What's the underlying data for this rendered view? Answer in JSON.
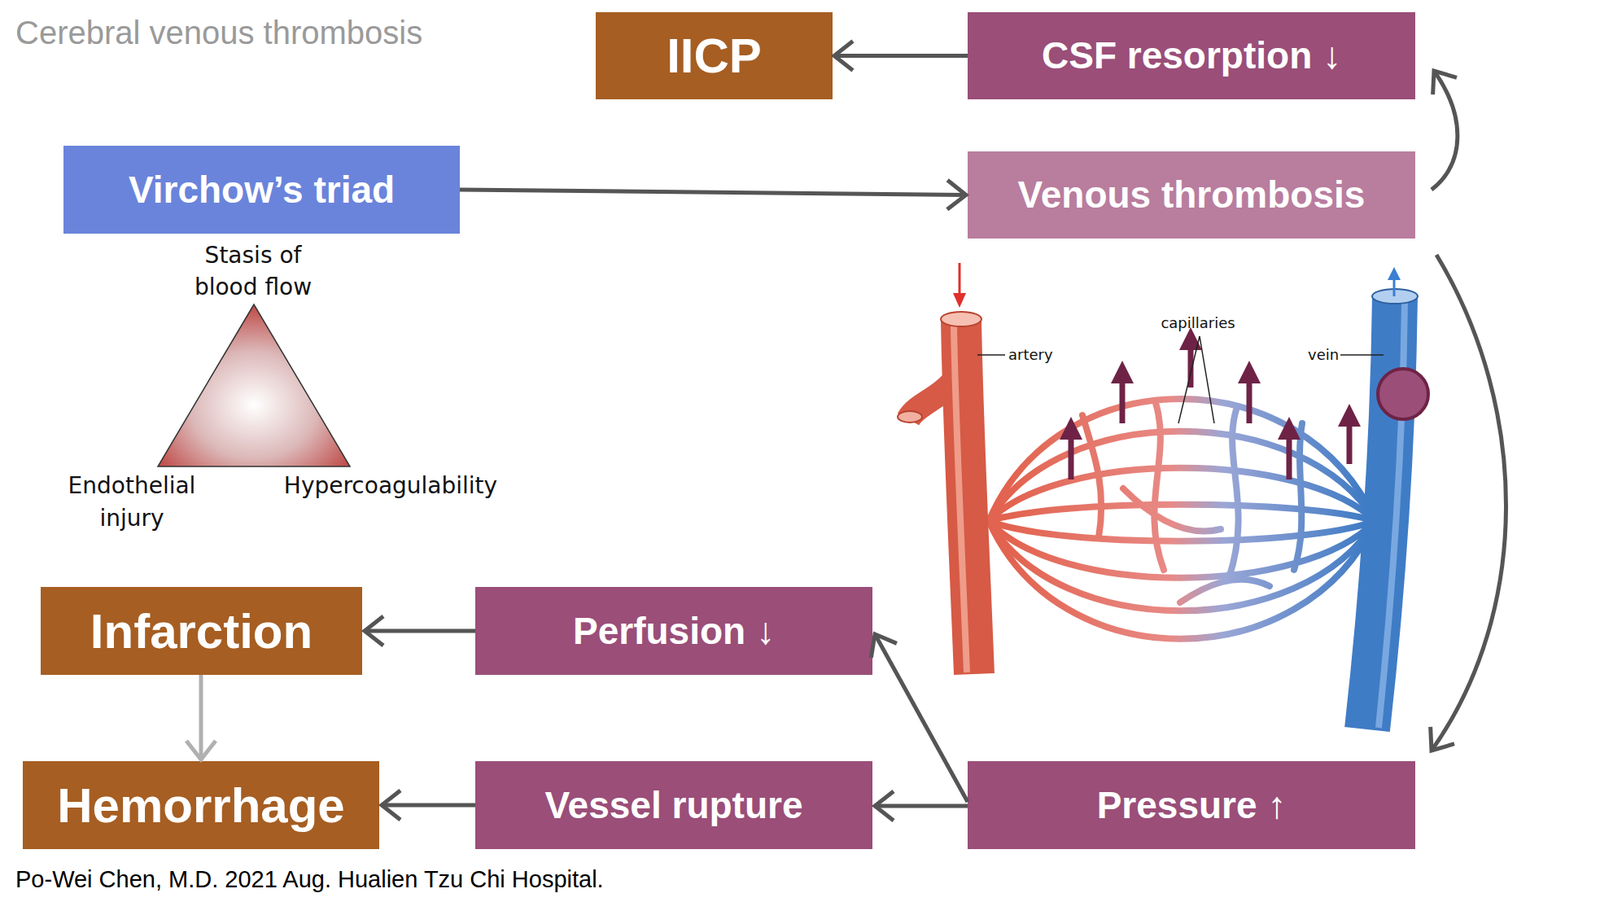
{
  "diagram": {
    "title": "Cerebral venous thrombosis",
    "caption": "Po-Wei Chen, M.D. 2021 Aug. Hualien Tzu Chi Hospital.",
    "nodes": [
      {
        "text": [
          "IICP"
        ]
      },
      {
        "text": [
          "CSF resorption ↓"
        ]
      },
      {
        "text": [
          "Virchow’s triad"
        ]
      },
      {
        "text": [
          "Venous thrombosis"
        ]
      },
      {
        "text": [
          "Infarction"
        ]
      },
      {
        "text": [
          "Perfusion ↓"
        ]
      },
      {
        "text": [
          "Hemorrhage"
        ]
      },
      {
        "text": [
          "Vessel rupture"
        ]
      },
      {
        "text": [
          "Pressure ↑"
        ]
      }
    ],
    "edges": [
      {
        "from": 1,
        "to": 0,
        "arrow": "to"
      },
      {
        "from": 2,
        "to": 3,
        "arrow": "to"
      },
      {
        "from": 3,
        "to": 1,
        "arrow": "to"
      },
      {
        "from": 3,
        "to": 8,
        "arrow": "to"
      },
      {
        "from": 8,
        "to": 5,
        "arrow": "to"
      },
      {
        "from": 8,
        "to": 7,
        "arrow": "to"
      },
      {
        "from": 5,
        "to": 4,
        "arrow": "to"
      },
      {
        "from": 7,
        "to": 6,
        "arrow": "to"
      },
      {
        "from": 4,
        "to": 6,
        "arrow": "to"
      }
    ],
    "labels": [
      "Stasis of blood flow",
      "Endothelial injury",
      "Hypercoagulability",
      "artery",
      "capillaries",
      "vein"
    ]
  }
}
